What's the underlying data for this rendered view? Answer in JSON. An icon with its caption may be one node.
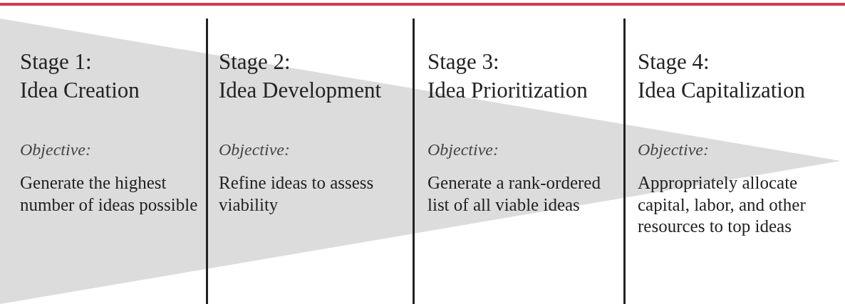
{
  "diagram": {
    "labels": [
      "Stage 1:",
      "Stage 2:",
      "Stage 3:",
      "Stage 4:",
      "Idea Creation",
      "Idea Development",
      "Idea Prioritization",
      "Idea Capitalization",
      "Objective:",
      "Objective:",
      "Objective:",
      "Objective:",
      "Generate the highest number of ideas possible",
      "Refine ideas to assess viability",
      "Generate a rank-ordered list of all viable ideas",
      "Appropriately allocate capital, labor, and other resources to top ideas"
    ]
  }
}
